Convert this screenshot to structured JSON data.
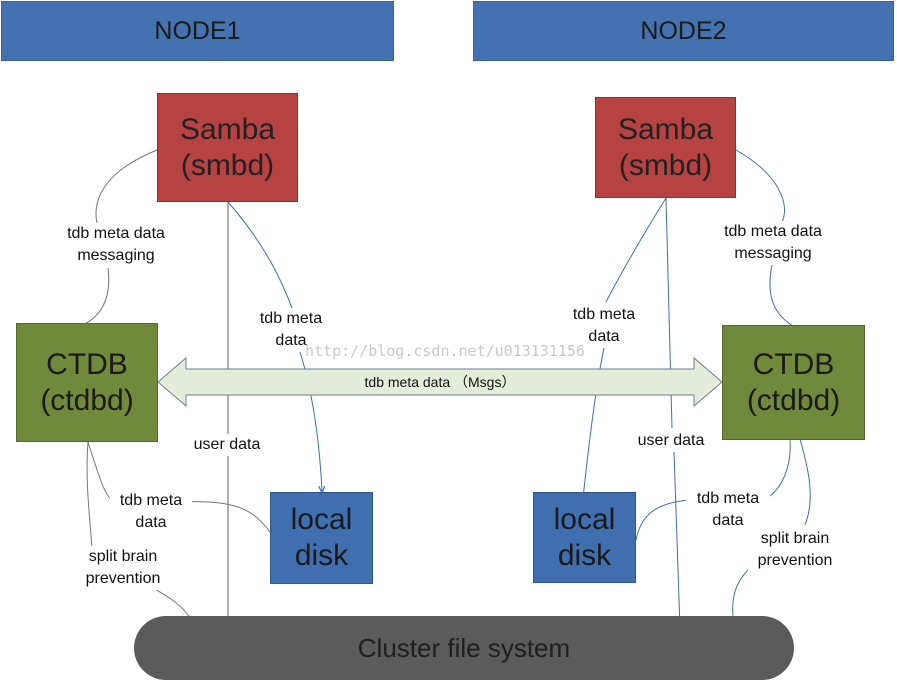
{
  "nodes": {
    "node1": {
      "header": "NODE1",
      "samba": [
        "Samba",
        "(smbd)"
      ],
      "ctdb": [
        "CTDB",
        "(ctdbd)"
      ],
      "disk": [
        "local",
        "disk"
      ],
      "labels": {
        "samba_ctdb": [
          "tdb meta  data",
          "messaging"
        ],
        "samba_disk": [
          "tdb meta",
          "data"
        ],
        "user_data": "user data",
        "ctdb_disk": [
          "tdb meta",
          "data"
        ],
        "split_brain": [
          "split brain",
          "prevention"
        ]
      }
    },
    "node2": {
      "header": "NODE2",
      "samba": [
        "Samba",
        "(smbd)"
      ],
      "ctdb": [
        "CTDB",
        "(ctdbd)"
      ],
      "disk": [
        "local",
        "disk"
      ],
      "labels": {
        "samba_ctdb": [
          "tdb meta  data",
          "messaging"
        ],
        "samba_disk": [
          "tdb meta",
          "data"
        ],
        "user_data": "user data",
        "ctdb_disk": [
          "tdb meta",
          "data"
        ],
        "split_brain": [
          "split brain",
          "prevention"
        ]
      }
    }
  },
  "link_label": "tdb meta data （Msgs）",
  "cluster_fs": "Cluster file system",
  "watermark": "http://blog.csdn.net/u013131156",
  "colors": {
    "header": "#4472b0",
    "samba": "#b64342",
    "ctdb": "#71893a",
    "disk": "#3f6fae",
    "cluster_fs": "#5b5b5b",
    "link_arrow_fill": "#e4eddb",
    "link_arrow_stroke": "#6a7f8f",
    "wire": "#3f6fae",
    "wire_gray": "#777777"
  }
}
